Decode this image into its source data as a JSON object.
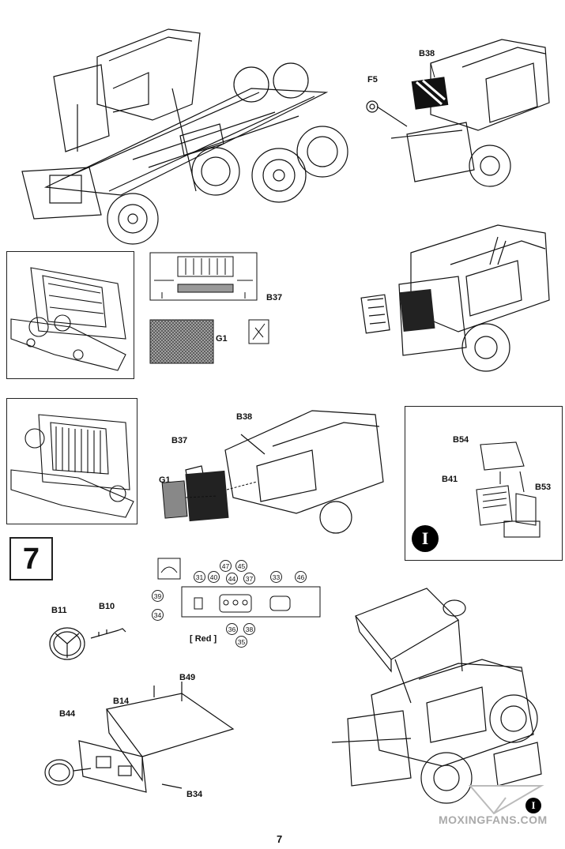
{
  "step": {
    "number": "7"
  },
  "parts": {
    "f5": "F5",
    "b38_top": "B38",
    "b37_sprue": "B37",
    "g1_sprue": "G1",
    "b38_mid": "B38",
    "b37_mid": "B37",
    "g1_mid": "G1",
    "b54": "B54",
    "b41": "B41",
    "b53": "B53",
    "b11": "B11",
    "b10": "B10",
    "b49": "B49",
    "b14": "B14",
    "b44": "B44",
    "b34": "B34"
  },
  "subassembly": {
    "marker": "I"
  },
  "decals": {
    "color_note": "[ Red ]",
    "numbers": [
      "47",
      "45",
      "44",
      "37",
      "31",
      "40",
      "33",
      "46",
      "39",
      "34",
      "36",
      "38",
      "35"
    ]
  },
  "watermark": {
    "text": "MOXINGFANS.COM",
    "marker": "I"
  },
  "page": {
    "number": "7"
  }
}
